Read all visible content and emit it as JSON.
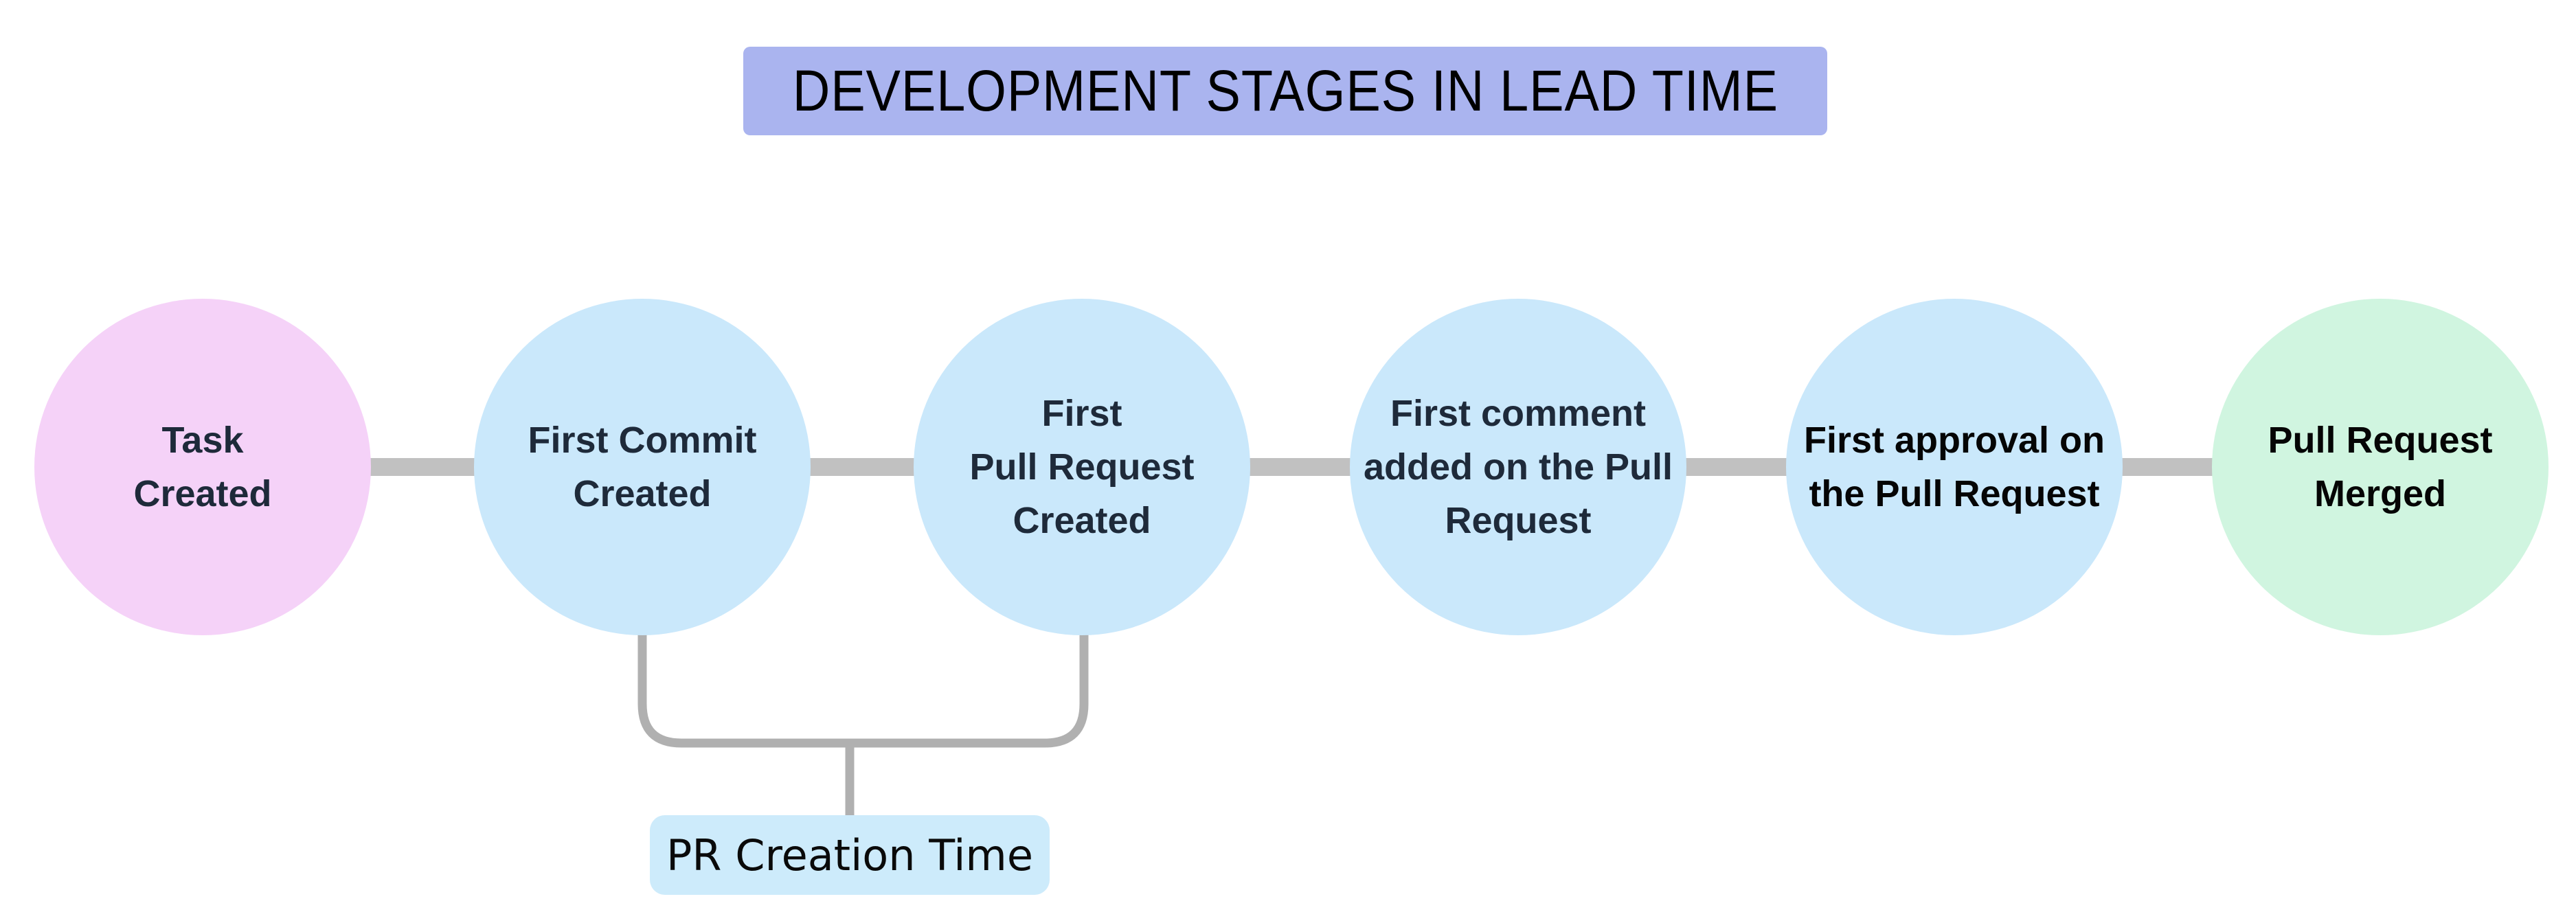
{
  "title": {
    "text": "DEVELOPMENT STAGES IN LEAD TIME",
    "bg": "#aab4ef",
    "text_color": "#000000"
  },
  "stages": [
    {
      "label": "Task\nCreated",
      "fill": "#f5d2f8",
      "text_color": "#1e2a3a"
    },
    {
      "label": "First Commit\nCreated",
      "fill": "#cae8fb",
      "text_color": "#1e2a3a"
    },
    {
      "label": "First\nPull Request\nCreated",
      "fill": "#cae8fb",
      "text_color": "#1e2a3a"
    },
    {
      "label": "First comment\nadded on the Pull\nRequest",
      "fill": "#cae8fb",
      "text_color": "#1e2a3a"
    },
    {
      "label": "First approval on\nthe Pull Request",
      "fill": "#cae8fb",
      "text_color": "#050505"
    },
    {
      "label": "Pull Request\nMerged",
      "fill": "#d0f5e0",
      "text_color": "#050505"
    }
  ],
  "annotation": {
    "label": "PR Creation Time",
    "bg": "#cdebfb",
    "text_color": "#0a0a0a"
  },
  "colors": {
    "background": "#ffffff",
    "connector": "#c1c1c1",
    "bracket": "#b0b0b0"
  }
}
